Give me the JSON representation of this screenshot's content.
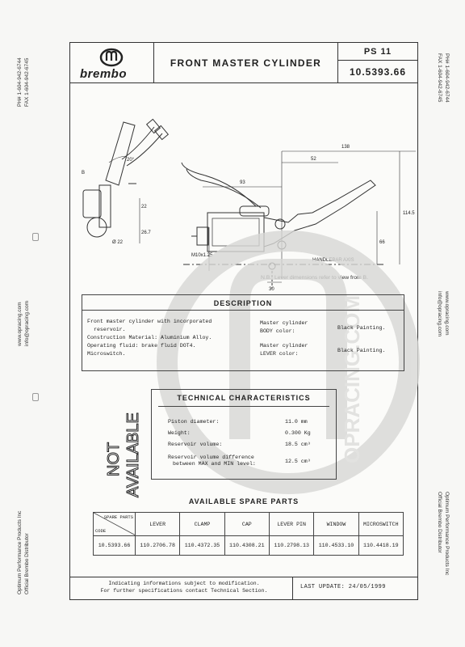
{
  "sidebars": {
    "left_top": [
      "PH# 1-604-942-6744",
      "FAX 1-604-942-6745"
    ],
    "left_mid": [
      "www.opracing.com",
      "info@opracing.com"
    ],
    "left_bottom": [
      "Optimum Performance Products Inc",
      "Official Brembo Distributor"
    ],
    "right_top": [
      "PH# 1-604-942-6744",
      "FAX 1-604-942-6745"
    ],
    "right_mid": [
      "www.opracing.com",
      "info@opracing.com"
    ],
    "right_bottom": [
      "Optimum Performance Products Inc",
      "Official Brembo Distributor"
    ]
  },
  "header": {
    "brand": "brembo",
    "title": "FRONT MASTER CYLINDER",
    "code_top": "PS 11",
    "code_bottom": "10.5393.66"
  },
  "drawing": {
    "dims": {
      "angle": "20°",
      "a1": "138",
      "a2": "52",
      "a3": "93",
      "a4": "114.5",
      "a5": "66",
      "a6": "30",
      "a7": "22",
      "a8": "26.7",
      "a9": "Ø 22",
      "a10": "M10x1.25",
      "a11": "B"
    },
    "axis_label": "HANDLEBAR AXIS",
    "note": "N.B.: Lever dimensions refer to view from B."
  },
  "description": {
    "title": "DESCRIPTION",
    "left_lines": [
      "Front master cylinder with incorporated",
      "reservoir.",
      "Construction Material: Aluminium Alloy.",
      "Operating fluid: brake fluid DOT4.",
      "Microswitch."
    ],
    "body_label": [
      "Master cylinder",
      "BODY color:"
    ],
    "body_value": "Black Painting.",
    "lever_label": [
      "Master cylinder",
      "LEVER color:"
    ],
    "lever_value": "Black Painting."
  },
  "stamp": [
    "NOT",
    "AVAILABLE"
  ],
  "technical": {
    "title": "TECHNICAL CHARACTERISTICS",
    "rows": [
      {
        "label": "Piston diameter:",
        "value": "11.0 mm"
      },
      {
        "label": "Weight:",
        "value": "0.300 Kg"
      },
      {
        "label": "Reservoir volume:",
        "value": "18.5 cm³"
      },
      {
        "label": "Reservoir volume difference",
        "label2": "between MAX and MIN level:",
        "value": "12.5 cm³"
      }
    ]
  },
  "spare": {
    "title": "AVAILABLE SPARE PARTS",
    "corner_top": "SPARE PARTS",
    "corner_bottom": "CODE",
    "headers": [
      "LEVER",
      "CLAMP",
      "CAP",
      "LEVER PIN",
      "WINDOW",
      "MICROSWITCH"
    ],
    "row": [
      "10.5393.66",
      "110.2706.78",
      "110.4372.35",
      "110.4308.21",
      "110.2798.13",
      "110.4533.10",
      "110.4418.19"
    ]
  },
  "footer": {
    "line1": "Indicating informations subject to modification.",
    "line2": "For further specifications contact Technical Section.",
    "update": "LAST UPDATE: 24/05/1999"
  },
  "watermark_text": "OPRACING.COM"
}
